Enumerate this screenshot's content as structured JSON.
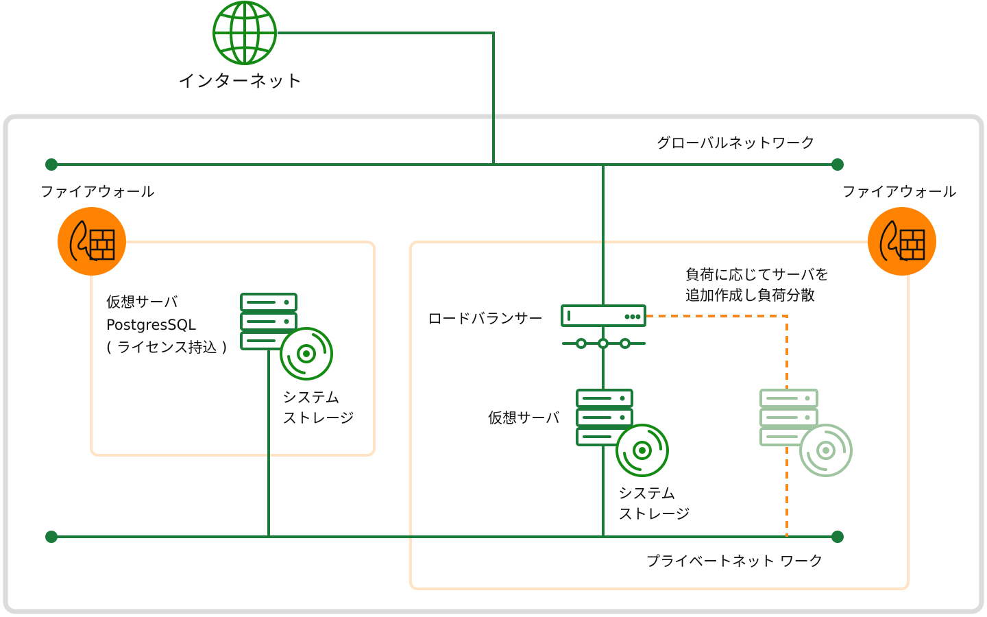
{
  "colors": {
    "network_line": "#1a7a3a",
    "icon_green": "#138a13",
    "icon_green_dark": "#1a7a3a",
    "icon_faded": "#9ec5a0",
    "firewall_orange": "#ff8200",
    "firewall_zone": "#ffe3c4",
    "scaling_dashed": "#f7891f",
    "outer_cloud_border": "#dcdcdc"
  },
  "internet": {
    "label": "インターネット",
    "icon": "globe-icon"
  },
  "global_network": {
    "label": "グローバルネットワーク"
  },
  "private_network": {
    "label": "プライベートネット ワーク"
  },
  "firewalls": [
    {
      "label": "ファイアウォール",
      "icon": "firewall-icon"
    },
    {
      "label": "ファイアウォール",
      "icon": "firewall-icon"
    }
  ],
  "db_server": {
    "label": "仮想サーバ\nPostgresSQL\n( ライセンス持込 )",
    "storage_label": "システム\nストレージ"
  },
  "load_balancer": {
    "label": "ロードバランサー"
  },
  "web_server": {
    "label": "仮想サーバ",
    "storage_label": "システム\nストレージ"
  },
  "autoscale": {
    "label": "負荷に応じてサーバを\n追加作成し負荷分散"
  }
}
